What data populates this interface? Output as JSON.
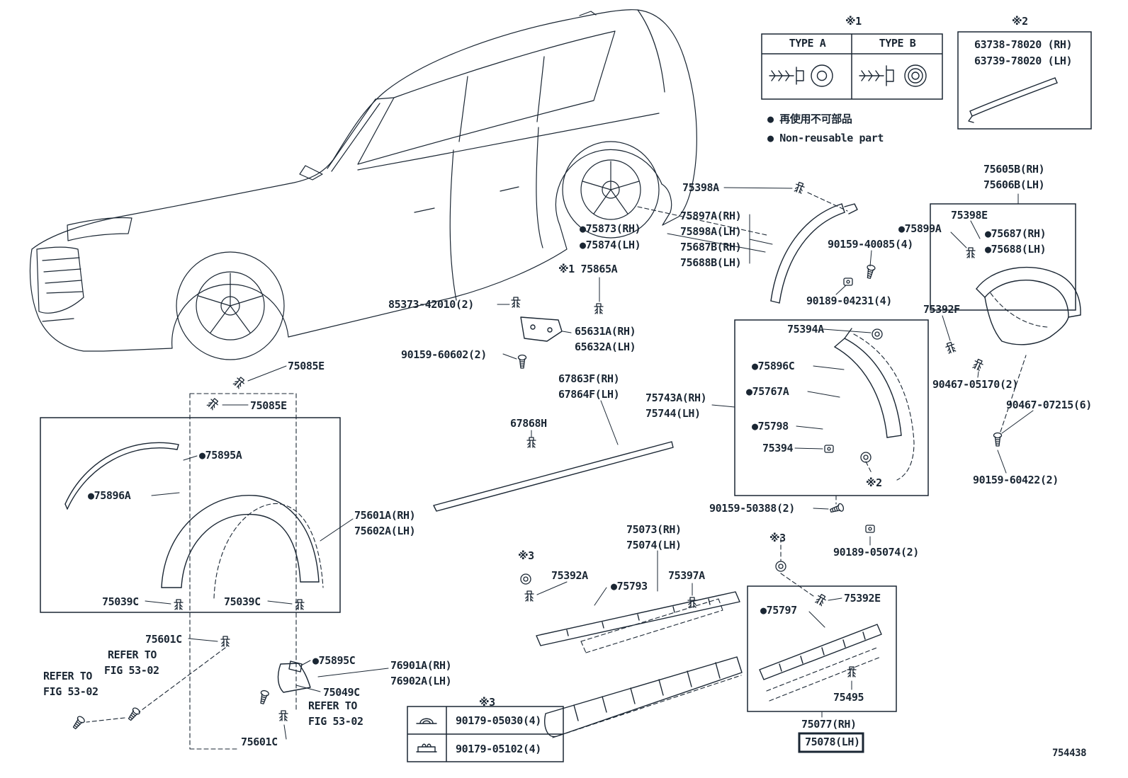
{
  "page": {
    "doc_number": "754438",
    "line_color": "#1a2633",
    "background": "#ffffff"
  },
  "legend": {
    "note1": "※1",
    "note2": "※2",
    "note3": "※3",
    "type_a": "TYPE A",
    "type_b": "TYPE B",
    "strip_rh": "63738-78020 (RH)",
    "strip_lh": "63739-78020 (LH)",
    "non_reusable_jp": "● 再使用不可部品",
    "non_reusable_en": "● Non-reusable part"
  },
  "fastener_table": {
    "row1": "90179-05030(4)",
    "row2": "90179-05102(4)"
  },
  "refer": {
    "line1": "REFER TO",
    "line2": "FIG 53-02"
  },
  "parts": {
    "p75398A": "75398A",
    "p75605B": "75605B(RH)",
    "p75606B": "75606B(LH)",
    "p75897A": "75897A(RH)",
    "p75898A": "75898A(LH)",
    "p75687B": "75687B(RH)",
    "p75688B": "75688B(LH)",
    "p75873": "●75873(RH)",
    "p75874": "●75874(LH)",
    "p75398E": "75398E",
    "p75899A": "●75899A",
    "p75687": "●75687(RH)",
    "p75688": "●75688(LH)",
    "p90159_40085": "90159-40085(4)",
    "p75865A": "※1 75865A",
    "p85373": "85373-42010(2)",
    "p90189_04231": "90189-04231(4)",
    "p75392F": "75392F",
    "p65631A": "65631A(RH)",
    "p65632A": "65632A(LH)",
    "p90159_60602": "90159-60602(2)",
    "p75394A": "75394A",
    "p75896C": "●75896C",
    "p75767A": "●75767A",
    "p90467_05170": "90467-05170(2)",
    "p75085E": "75085E",
    "p67863F": "67863F(RH)",
    "p67864F": "67864F(LH)",
    "p75743A": "75743A(RH)",
    "p75744": "75744(LH)",
    "p75798": "●75798",
    "p75394": "75394",
    "p90467_07215": "90467-07215(6)",
    "p67868H": "67868H",
    "p75895A": "●75895A",
    "p75896A": "●75896A",
    "p90159_60422": "90159-60422(2)",
    "p75601A": "75601A(RH)",
    "p75602A": "75602A(LH)",
    "p90159_50388": "90159-50388(2)",
    "p90189_05074": "90189-05074(2)",
    "p75073": "75073(RH)",
    "p75074": "75074(LH)",
    "p75392A": "75392A",
    "p75793": "●75793",
    "p75397A": "75397A",
    "p75392E": "75392E",
    "p75797": "●75797",
    "p75039C": "75039C",
    "p75601C": "75601C",
    "p75895C": "●75895C",
    "p76901A": "76901A(RH)",
    "p76902A": "76902A(LH)",
    "p75049C": "75049C",
    "p75495": "75495",
    "p75077": "75077(RH)",
    "p75078": "75078(LH)"
  }
}
